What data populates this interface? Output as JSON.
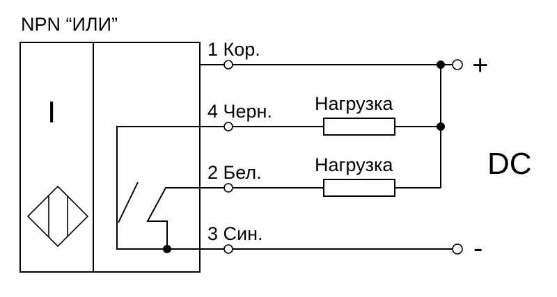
{
  "title": "NPN “ИЛИ”",
  "sensor_symbol": "I",
  "supply_label": "DC",
  "terminals": {
    "t1": {
      "label": "1 Кор."
    },
    "t4": {
      "label": "4 Черн."
    },
    "t2": {
      "label": "2 Бел."
    },
    "t3": {
      "label": "3 Син."
    }
  },
  "loads": {
    "top": {
      "label": "Нагрузка"
    },
    "bottom": {
      "label": "Нагрузка"
    }
  },
  "polarity": {
    "plus": "+",
    "minus": "-"
  }
}
